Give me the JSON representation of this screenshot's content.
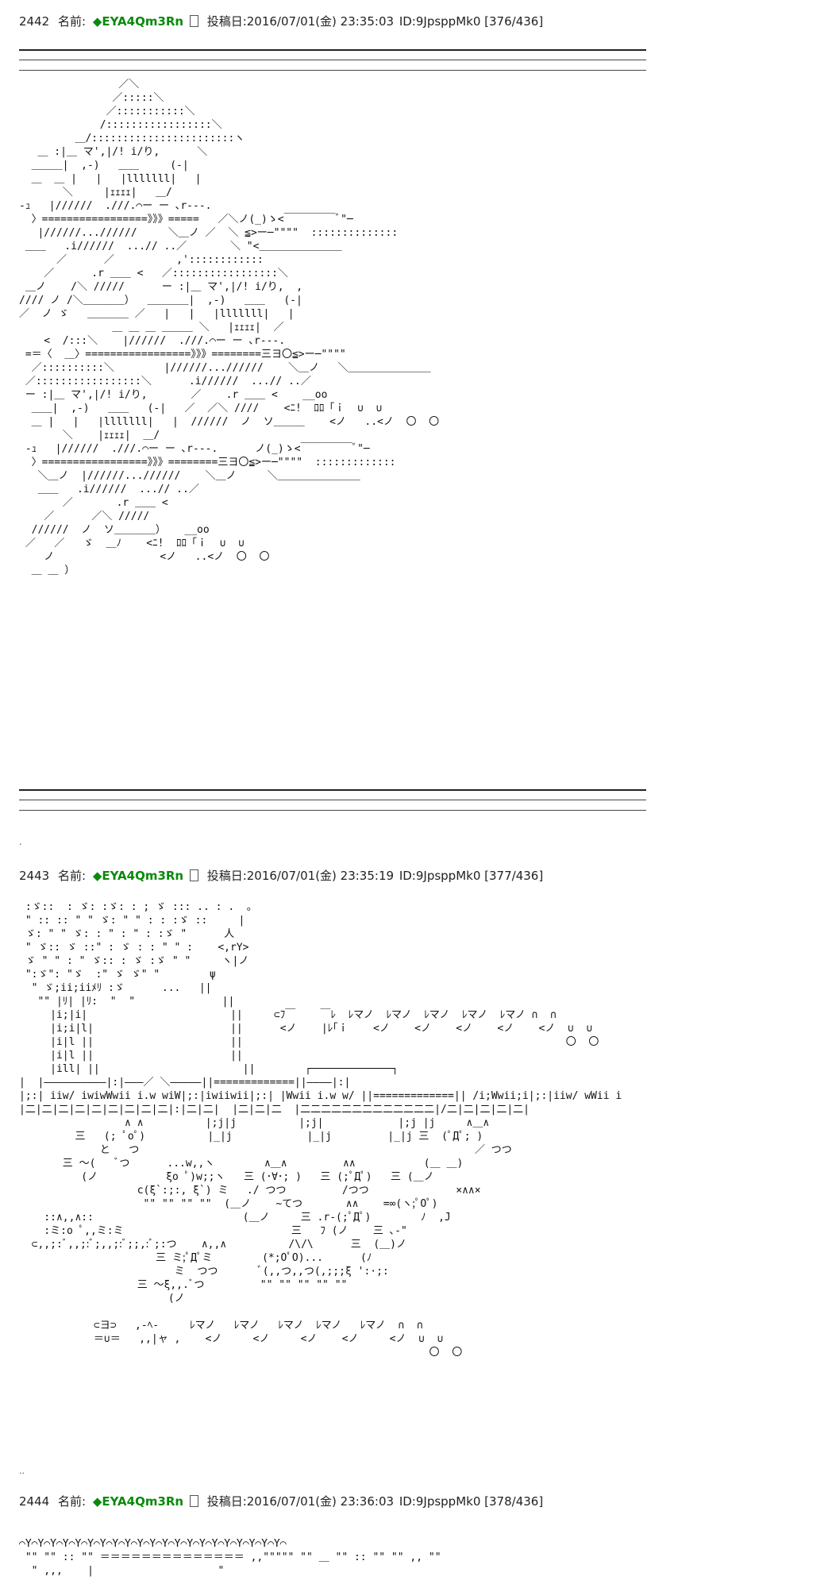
{
  "posts": [
    {
      "number": "2442",
      "name_label": "名前:",
      "trip": "◆EYA4Qm3Rn",
      "date_label": "投稿日:2016/07/01(金) 23:35:03",
      "id": "ID:9JpsppMk0",
      "count": "[376/436]",
      "art": "                ／＼\n               ／:::::＼\n              ／:::::::::::＼\n             /:::::::::::::::::＼\n         ＿/:::::::::::::::::::::::ヽ\n   ＿ :|＿ マ',|/! i/り,      ＼\n  ＿＿＿|  ,-)   ＿＿     (-|\n  ＿  ＿ |   |   |lllllll|   |\n       ＼     |ｪｪｪｪ|   ＿/\n-ｭ   |//////  .///.⌒ー ー ､r‐‐‐.\n  〉=================》》》=====   ／＼ノ(_)ゝ<￣￣￣￣￣ﾞ\"─\n   |//////...//////     ＼＿ノ ／  ＼ ≦>ー─\"\"\"\"  ::::::::::::::\n ＿＿   .i//////  ...// ..／       ＼ \"<＿＿＿＿＿＿＿＿\n      ／      ／          ,'::::::::::::\n    ／      .r ＿＿ <   ／:::::::::::::::::＼\n ＿ノ    /＼ /////      ー :|＿ マ',|/! i/り,  ,\n//// ノ /＼＿＿＿＿）  ＿＿＿＿|  ,-)   ＿＿   (-|\n／  ノ ゞ   ＿＿＿＿ ／   |   |   |lllllll|   |\n               ＿ ＿ ＿ ＿＿＿ ＼   |ｪｪｪｪ|  ／\n    <  /:::＼    |//////  .///.⌒ー ー ､r‐‐‐.\n =＝〈  ＿〉=================》》》========三ヨ〇≦>ー─\"\"\"\"\n  ／::::::::::＼        |//////...//////    ＼＿ノ   ＼＿＿＿＿＿＿＿＿\n ／:::::::::::::::::＼      .i//////  ...// ..／\n ー :|＿ マ',|/! i/り,       ／    .r ＿＿ <    __oo\n  ＿＿|  ,-)   ＿＿   (-|   ／  ／＼ ////    <ﾆ!  ﾛﾛ「ｉ  ∪  ∪\n  ＿ |   |   |lllllll|   |  //////  ノ  ソ＿＿＿    <ノ   ..<ノ  〇  〇\n       ＼    |ｪｪｪｪ|  ＿/\n -ｭ   |//////  .///.⌒ー ー ､r‐‐‐.      ノ(_)ゝ<￣￣￣￣￣ﾞ\"─\n  〉=================》》》========三ヨ〇≦>ー─\"\"\"\"  :::::::::::::\n   ＼＿ノ  |//////...//////    ＼＿ノ     ＼＿＿＿＿＿＿＿＿\n   ＿＿   .i//////  ...// ..／\n       ／       .r ＿＿ <\n    ／      ／＼ /////\n  //////  ノ  ソ＿＿＿＿）   __oo\n ／   ／   ゞ  ＿ﾉ    <ﾆ!  ﾛﾛ「ｉ  ∪  ∪\n    ノ                 <ノ   ..<ノ  〇  〇\n  ＿ ＿ ）"
    },
    {
      "number": "2443",
      "name_label": "名前:",
      "trip": "◆EYA4Qm3Rn",
      "date_label": "投稿日:2016/07/01(金) 23:35:19",
      "id": "ID:9JpsppMk0",
      "count": "[377/436]",
      "art": " :ゞ::  : ゞ: :ゞ: : ; ゞ ::: .. : .  。\n \" :: :: \" \" ゞ: \" \" : : :ゞ ::     |\n ゞ: \" \" ゞ: : \" : \" : :ゞ \"      人\n \" ゞ:: ゞ ::\" : ゞ : : \" \" :    <,rΥ>\n ゞ \" \" : \" ゞ:: : ゞ :ゞ \" \"     ヽ|ノ\n \":ゞ\": \"ゞ  :\" ゞ ゞ\" \"        ψ\n  \" ゞ;ii;iiﾒﾘ :ゞ      ...   ||\n   \"\" |ﾘ| |ﾘ:  \"  \"              ||\n     |i;|i|                       ||     ⊂ﾌ￣    ￣ﾚ  ﾚマノ  ﾚマノ  ﾚマノ  ﾚマノ  ﾚマノ ∩  ∩\n     |i;i|l|                      ||      <ノ    |ﾚ｢ｉ    <ノ    <ノ    <ノ    <ノ    <ノ  ∪  ∪\n     |i|l ||                      ||                                                    〇  〇\n     |i|l ||                      ||\n     |ill| ||                       ||        ┌─────────────┐\n|  |――――――――――|:|―――／ ＼―――――||=============||――――|:|\n|;:| iiw/ iwiwWwii i.w wiW|;:|iwiiwii|;:| |Wwii i.w w/ ||=============|| /i;Wwii;i|;:|iiw/ wWii i\n|二|二|二|二|二|二|二|二|二|:|二|二|  |二|二|二  |二二二二二二二二二二二二二|/二|二|二|二|二|\n                 ∧ ∧          |;j|j          |;j|            |;j |j     ∧＿∧\n         三   (; ﾟoﾟ)          |_|j            |_|j         |_|j 三  (ﾟДﾟ; )\n             と   つ                                                      ／ つつ\n       三 ～(   ﾞつ      ...w,,ヽ        ∧＿∧         ∧∧           (＿ ＿)\n          (ノ           ξo ﾟ)w;;ヽ   三 (･∀･; )   三 (;ﾟДﾟ)   三 (＿ノ\n                   c(ξ`:;:, ξ`) ミ   ./ つつ         /つつ              ×∧∧×\n                    \"\" \"\" \"\" \"\"  (＿ノ    ~てつ       ∧∧    =∞(ヽ;ﾟOﾟ)\n    ::∧,,∧::                        (＿ノ     三 .r‐(;ﾟДﾟ)        ﾉ  ,J\n    :ミ:o ﾟ,,ミ:ミ                           三   ﾌ (ノ    三 ､‐\"\n  ⊂,,;:ﾞ,,;:ﾞ;,,;:ﾞ;;,:ﾞ;:つ    ∧,,∧          /\\/\\      三  (＿)ノ\n                      三 ミ;ﾟДﾟミ        (*;OﾟO)...      (ﾉ\n                         ミ  つつ       ﾞ(,,つ,,つ(,;;;ξ ':·;:\n                   三 ～ξ,,.ﾞつ         \"\" \"\" \"\" \"\" \"\"\n                        (ノ\n\n            ⊂ヨ⊃   ,-ﾍ-     ﾚマノ   ﾚマノ   ﾚマノ  ﾚマノ   ﾚマノ  ∩  ∩\n            ＝∪＝   ,,|ャ ,    <ノ     <ノ     <ノ    <ノ     <ノ  ∪  ∪\n                                                                  〇  〇"
    },
    {
      "number": "2444",
      "name_label": "名前:",
      "trip": "◆EYA4Qm3Rn",
      "date_label": "投稿日:2016/07/01(金) 23:36:03",
      "id": "ID:9JpsppMk0",
      "count": "[378/436]",
      "art": "⌒Y⌒Y⌒Y⌒Y⌒Y⌒Y⌒Y⌒Y⌒Y⌒Y⌒Y⌒Y⌒Y⌒Y⌒Y⌒Y⌒Y⌒Y⌒Y⌒Y⌒Y⌒\n \"\" \"\" :: \"\" ＝＝＝＝＝＝＝＝＝＝＝＝＝＝ ,,\"\"\"\"\" \"\" ＿ \"\" :: \"\" \"\" ,, \"\"\n  \" ,,,    |                    \""
    }
  ]
}
